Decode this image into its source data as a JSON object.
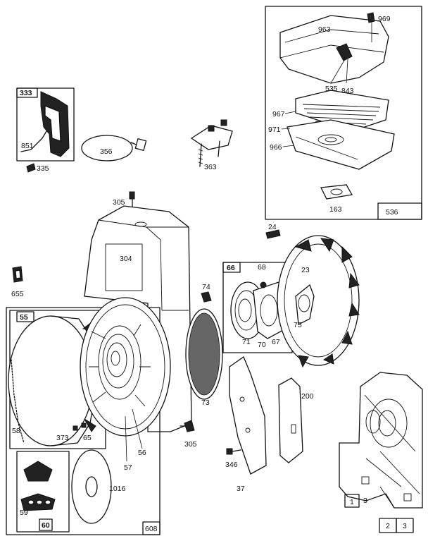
{
  "diagram": {
    "part_labels": {
      "p963": "963",
      "p969": "969",
      "p535": "535",
      "p843": "843",
      "p967": "967",
      "p971": "971",
      "p966": "966",
      "p163": "163",
      "p536": "536",
      "p333": "333",
      "p851": "851",
      "p335": "335",
      "p356": "356",
      "p363": "363",
      "p305a": "305",
      "p304": "304",
      "p24": "24",
      "p66": "66",
      "p68": "68",
      "p23": "23",
      "p655": "655",
      "p74": "74",
      "p55": "55",
      "p75": "75",
      "p71": "71",
      "p70": "70",
      "p67": "67",
      "p73": "73",
      "p200": "200",
      "p58": "58",
      "p373": "373",
      "p65": "65",
      "p56": "56",
      "p57": "57",
      "p305b": "305",
      "p346": "346",
      "p37": "37",
      "p1016": "1016",
      "p59": "59",
      "p60": "60",
      "p608": "608",
      "p1": "1",
      "p3a": "3",
      "p2": "2",
      "p3b": "3"
    }
  }
}
